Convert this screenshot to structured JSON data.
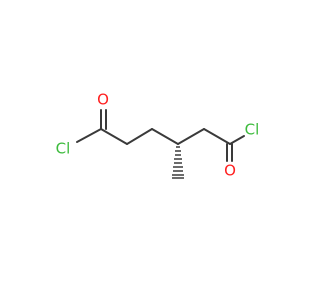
{
  "molecule": {
    "atoms": {
      "cl_left": {
        "label": "Cl",
        "color": "#3dbb3d"
      },
      "o_left": {
        "label": "O",
        "color": "#ff2020"
      },
      "cl_right": {
        "label": "Cl",
        "color": "#3dbb3d"
      },
      "o_right": {
        "label": "O",
        "color": "#ff2020"
      }
    },
    "bond_color": "#3a3a3a"
  }
}
